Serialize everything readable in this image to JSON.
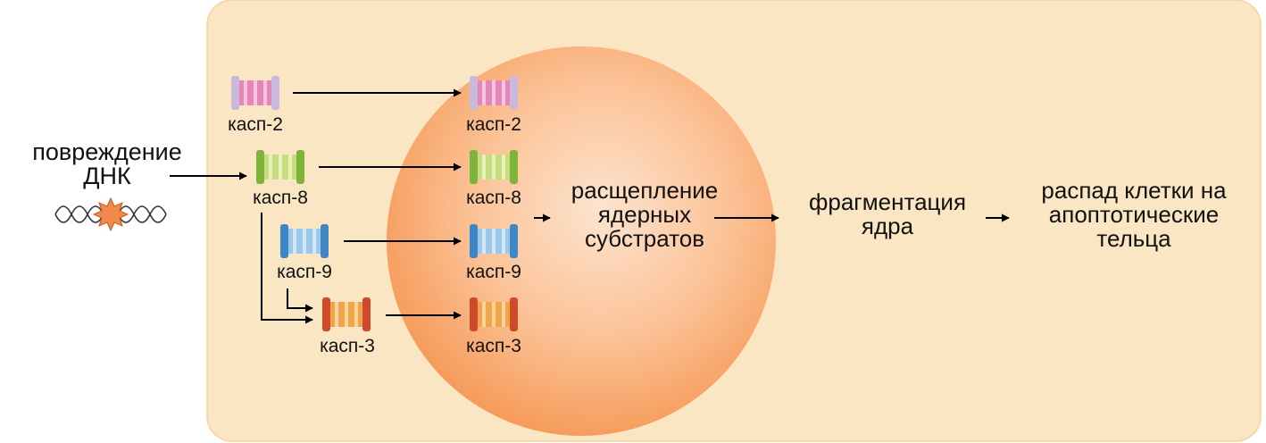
{
  "stimulus": {
    "line1": "повреждение",
    "line2": "ДНК"
  },
  "cytoplasm": {
    "casp2": "касп-2",
    "casp8": "касп-8",
    "casp9": "касп-9",
    "casp3": "касп-3"
  },
  "nucleus": {
    "casp2": "касп-2",
    "casp8": "касп-8",
    "casp9": "касп-9",
    "casp3": "касп-3"
  },
  "steps": {
    "substrates": {
      "line1": "расщепление",
      "line2": "ядерных",
      "line3": "субстратов"
    },
    "fragmentation": {
      "line1": "фрагментация",
      "line2": "ядра"
    },
    "breakdown": {
      "line1": "распад клетки на",
      "line2": "апоптотические",
      "line3": "тельца"
    }
  },
  "colors": {
    "cell_fill": "#fbe6c4",
    "cell_stroke": "#f4d29c",
    "nucleus_center": "#fde2ca",
    "nucleus_edge": "#f7a060",
    "casp2": {
      "outer": "#c9b9dc",
      "inner": "#e487b6"
    },
    "casp8": {
      "outer": "#7fb43a",
      "inner": "#c7dc7e"
    },
    "casp9": {
      "outer": "#3e86c6",
      "inner": "#9cc9ea"
    },
    "casp3": {
      "outer": "#cf4a2a",
      "inner": "#f0a44c"
    }
  }
}
